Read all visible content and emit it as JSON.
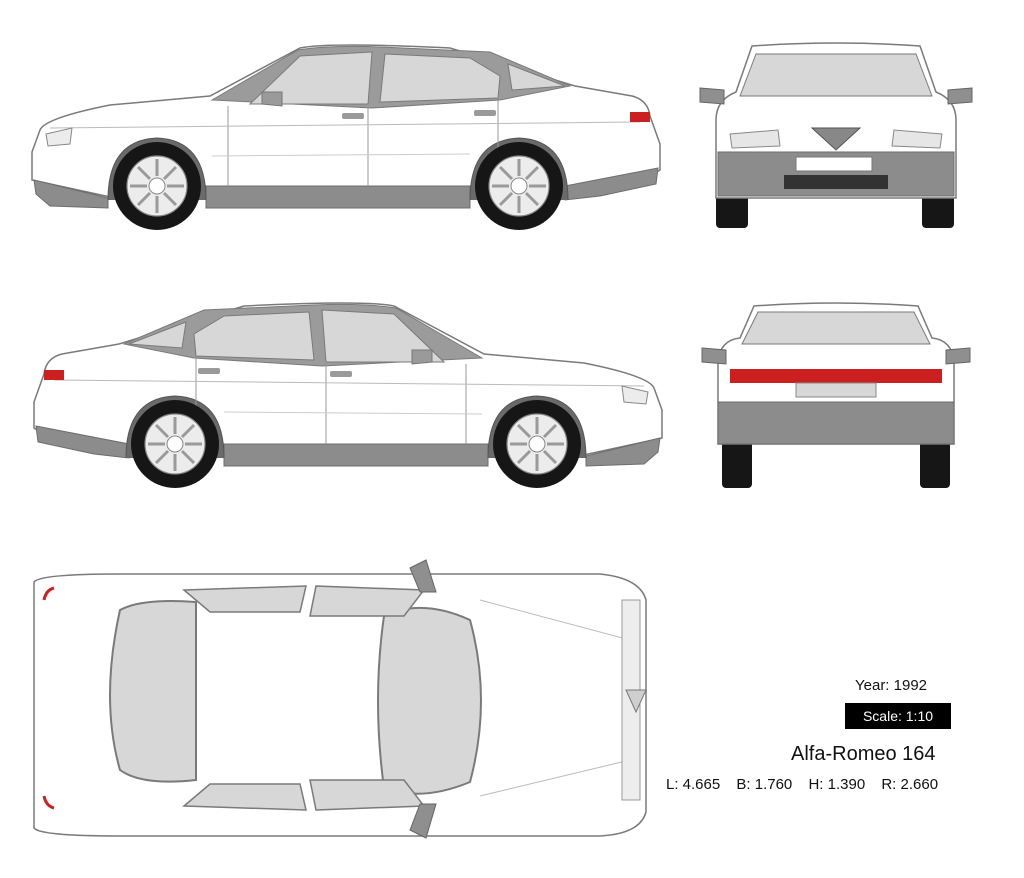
{
  "info": {
    "year": "Year: 1992",
    "scale": "Scale: 1:10",
    "model": "Alfa-Romeo 164",
    "dimensions": {
      "length": "L: 4.665",
      "breadth": "B: 1.760",
      "height": "H: 1.390",
      "wheelbase": "R: 2.660"
    }
  },
  "colors": {
    "body_fill": "#ffffff",
    "outline": "#777777",
    "glass": "#d7d7d7",
    "trim": "#8c8c8c",
    "tyre": "#161616",
    "taillight": "#cc1f1f"
  },
  "views": [
    "side-left",
    "front",
    "side-right",
    "rear",
    "top"
  ]
}
